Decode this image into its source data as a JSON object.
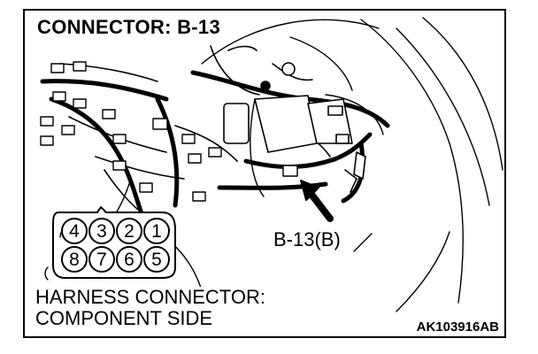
{
  "title": "CONNECTOR: B-13",
  "callout_label": "B-13(B)",
  "caption": {
    "line1": "HARNESS CONNECTOR:",
    "line2": "COMPONENT SIDE"
  },
  "figure_code": "AK103916AB",
  "connector": {
    "top_row_pins": [
      "4",
      "3",
      "2",
      "1"
    ],
    "bottom_row_pins": [
      "8",
      "7",
      "6",
      "5"
    ]
  }
}
